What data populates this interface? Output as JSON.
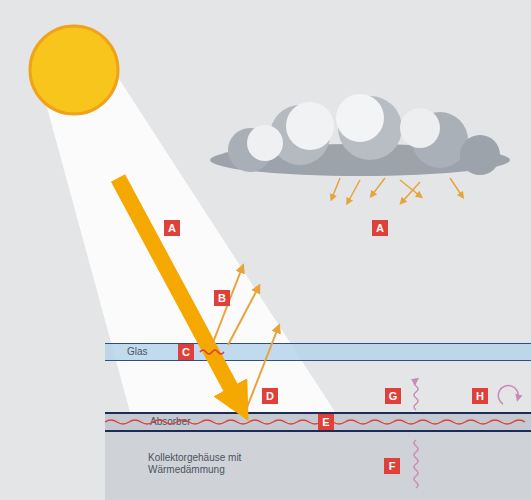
{
  "diagram": {
    "nodes": [
      {
        "text": [
          "Glas"
        ]
      },
      {
        "text": [
          "Absorber"
        ]
      },
      {
        "text": [
          "Kollektorgehäuse mit Wärmedämmung"
        ]
      }
    ],
    "labels": [
      "A",
      "A",
      "B",
      "C",
      "D",
      "E",
      "F",
      "G",
      "H"
    ]
  }
}
